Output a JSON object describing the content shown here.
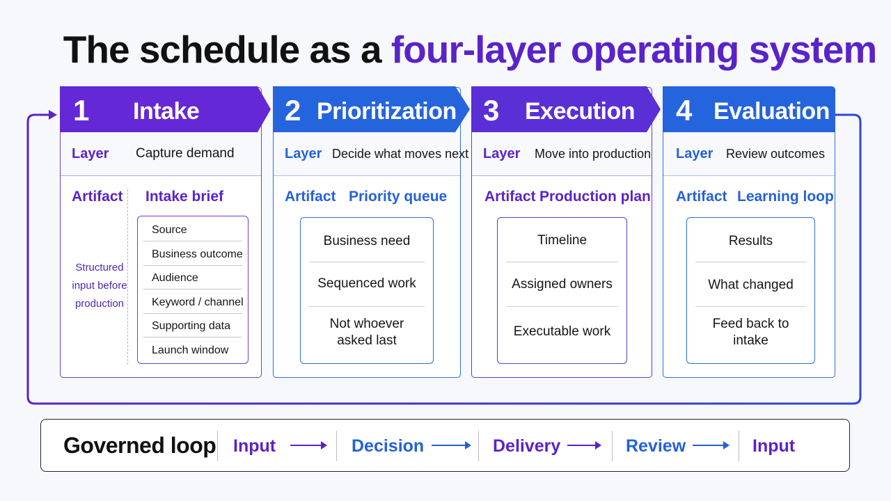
{
  "title": {
    "part1": "The schedule as a",
    "part2": "four-layer operating system"
  },
  "colors": {
    "purple": "#5a23c8",
    "blue": "#2461d9",
    "dark": "#111111"
  },
  "layers": [
    {
      "number": "1",
      "name": "Intake",
      "layer_label": "Layer",
      "layer_value": "Capture demand",
      "artifact_label": "Artifact",
      "artifact_value": "Intake brief",
      "side_note": "Structured input before production",
      "items": [
        "Source",
        "Business outcome",
        "Audience",
        "Keyword / channel",
        "Supporting data",
        "Launch window"
      ]
    },
    {
      "number": "2",
      "name": "Prioritization",
      "layer_label": "Layer",
      "layer_value": "Decide what moves next",
      "artifact_label": "Artifact",
      "artifact_value": "Priority queue",
      "items": [
        "Business need",
        "Sequenced work",
        "Not whoever asked last"
      ]
    },
    {
      "number": "3",
      "name": "Execution",
      "layer_label": "Layer",
      "layer_value": "Move into production",
      "artifact_label": "Artifact",
      "artifact_value": "Production plan",
      "items": [
        "Timeline",
        "Assigned owners",
        "Executable work"
      ]
    },
    {
      "number": "4",
      "name": "Evaluation",
      "layer_label": "Layer",
      "layer_value": "Review outcomes",
      "artifact_label": "Artifact",
      "artifact_value": "Learning loop",
      "items": [
        "Results",
        "What changed",
        "Feed back to intake"
      ]
    }
  ],
  "governed_loop": {
    "label": "Governed loop",
    "steps": [
      "Input",
      "Decision",
      "Delivery",
      "Review",
      "Input"
    ]
  }
}
